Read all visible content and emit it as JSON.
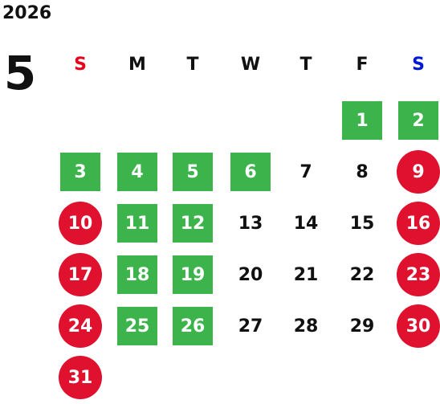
{
  "year": "2026",
  "month": "5",
  "colors": {
    "sunday_header": "#e8001c",
    "saturday_header": "#0018d8",
    "holiday_red": "#e0102f",
    "highlight_green": "#3cb44b"
  },
  "weekdays": [
    "S",
    "M",
    "T",
    "W",
    "T",
    "F",
    "S"
  ],
  "weeks": [
    [
      null,
      null,
      null,
      null,
      null,
      {
        "d": "1",
        "style": "green"
      },
      {
        "d": "2",
        "style": "green"
      }
    ],
    [
      {
        "d": "3",
        "style": "green"
      },
      {
        "d": "4",
        "style": "green"
      },
      {
        "d": "5",
        "style": "green"
      },
      {
        "d": "6",
        "style": "green"
      },
      {
        "d": "7",
        "style": "plain"
      },
      {
        "d": "8",
        "style": "plain"
      },
      {
        "d": "9",
        "style": "red"
      }
    ],
    [
      {
        "d": "10",
        "style": "red"
      },
      {
        "d": "11",
        "style": "green"
      },
      {
        "d": "12",
        "style": "green"
      },
      {
        "d": "13",
        "style": "plain"
      },
      {
        "d": "14",
        "style": "plain"
      },
      {
        "d": "15",
        "style": "plain"
      },
      {
        "d": "16",
        "style": "red"
      }
    ],
    [
      {
        "d": "17",
        "style": "red"
      },
      {
        "d": "18",
        "style": "green"
      },
      {
        "d": "19",
        "style": "green"
      },
      {
        "d": "20",
        "style": "plain"
      },
      {
        "d": "21",
        "style": "plain"
      },
      {
        "d": "22",
        "style": "plain"
      },
      {
        "d": "23",
        "style": "red"
      }
    ],
    [
      {
        "d": "24",
        "style": "red"
      },
      {
        "d": "25",
        "style": "green"
      },
      {
        "d": "26",
        "style": "green"
      },
      {
        "d": "27",
        "style": "plain"
      },
      {
        "d": "28",
        "style": "plain"
      },
      {
        "d": "29",
        "style": "plain"
      },
      {
        "d": "30",
        "style": "red"
      }
    ],
    [
      {
        "d": "31",
        "style": "red"
      },
      null,
      null,
      null,
      null,
      null,
      null
    ]
  ]
}
